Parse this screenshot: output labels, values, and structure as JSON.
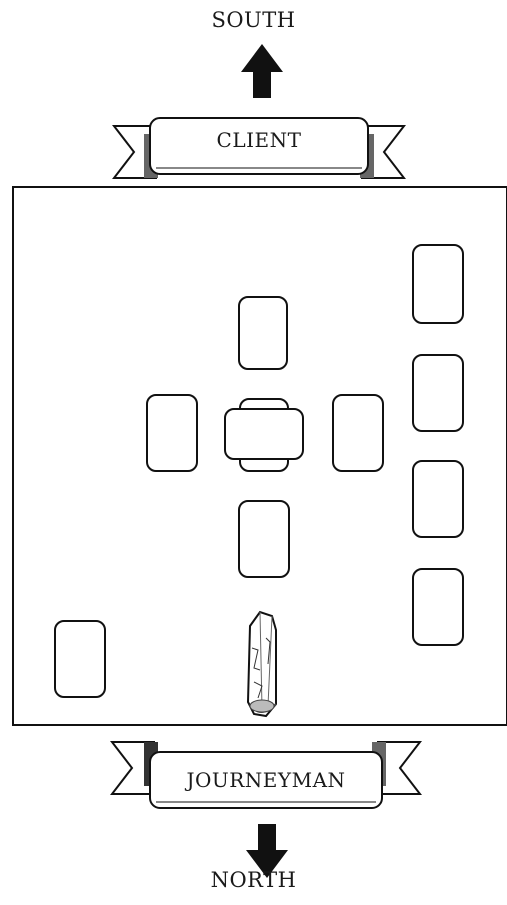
{
  "directions": {
    "top": "SOUTH",
    "bottom": "NORTH"
  },
  "banners": {
    "top": "CLIENT",
    "bottom": "JOURNEYMAN"
  },
  "icons": {
    "up_arrow": "arrow-up-icon",
    "down_arrow": "arrow-down-icon",
    "crystal": "crystal-icon"
  },
  "colors": {
    "ink": "#111111",
    "background": "#ffffff"
  }
}
